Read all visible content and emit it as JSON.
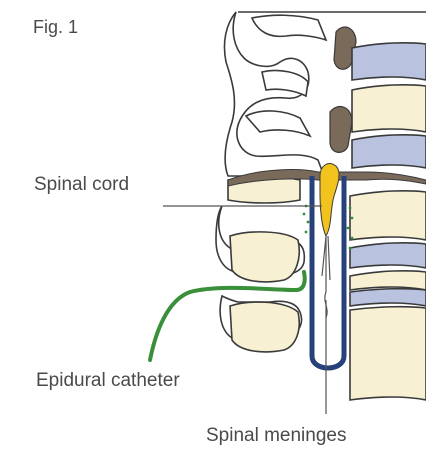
{
  "figure": {
    "label": "Fig. 1",
    "labels": {
      "spinal_cord": "Spinal cord",
      "epidural_catheter": "Epidural catheter",
      "spinal_meninges": "Spinal meninges"
    }
  },
  "colors": {
    "outline": "#3a3a3a",
    "vertebral_body": "#f7f0d2",
    "disc": "#b9c3e0",
    "ligament": "#7a6a5a",
    "spinal_cord": "#f2c21d",
    "meninges": "#27427a",
    "catheter": "#3a8f3a",
    "label_text": "#4a4a4a"
  }
}
